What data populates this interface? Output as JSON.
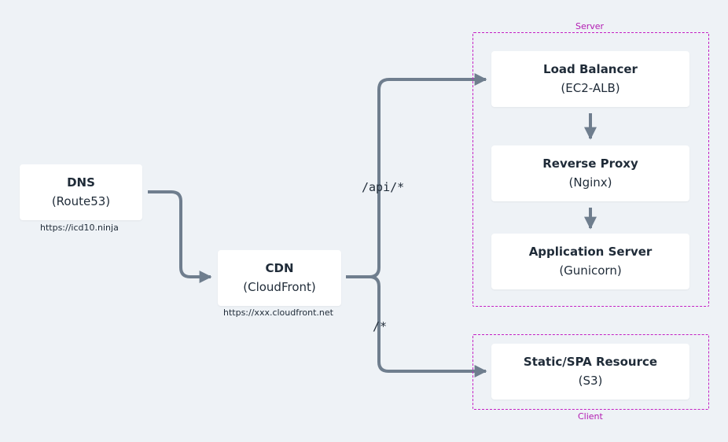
{
  "groups": {
    "server": "Server",
    "client": "Client"
  },
  "nodes": {
    "dns": {
      "title": "DNS",
      "sub": "(Route53)",
      "url": "https://icd10.ninja"
    },
    "cdn": {
      "title": "CDN",
      "sub": "(CloudFront)",
      "url": "https://xxx.cloudfront.net"
    },
    "load_balancer": {
      "title": "Load Balancer",
      "sub": "(EC2-ALB)"
    },
    "reverse_proxy": {
      "title": "Reverse Proxy",
      "sub": "(Nginx)"
    },
    "app_server": {
      "title": "Application Server",
      "sub": "(Gunicorn)"
    },
    "static": {
      "title": "Static/SPA Resource",
      "sub": "(S3)"
    }
  },
  "routes": {
    "api": "/api/*",
    "root": "/*"
  },
  "colors": {
    "background": "#eef2f6",
    "node": "#ffffff",
    "connector": "#6f7e8e",
    "group_border": "#c41fc4",
    "text": "#1f2b38"
  }
}
